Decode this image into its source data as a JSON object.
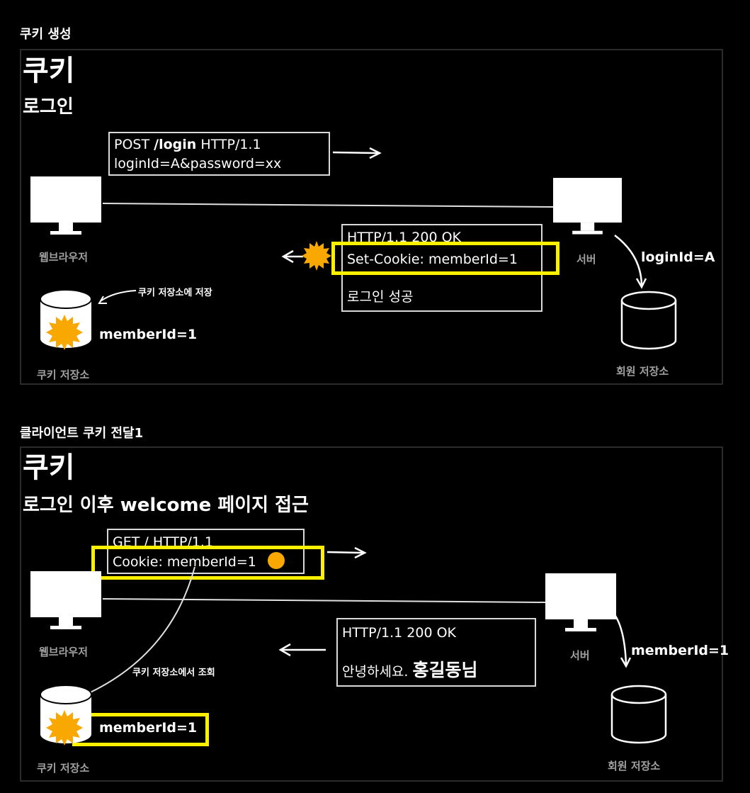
{
  "colors": {
    "background": "#000000",
    "foreground": "#ffffff",
    "highlight": "#fff000",
    "cookie": "#f8a800",
    "caption": "#a0a0a0"
  },
  "section1": {
    "heading": "쿠키 생성",
    "title": "쿠키",
    "subtitle": "로그인",
    "request": {
      "line1_method": "POST ",
      "line1_path": "/login",
      "line1_version": " HTTP/1.1",
      "line2": "loginId=A&password=xx"
    },
    "response": {
      "line1": "HTTP/1.1 200 OK",
      "line2": "Set-Cookie: memberId=1",
      "line3": "로그인 성공"
    },
    "browser_label": "웹브라우저",
    "server_label": "서버",
    "server_to_db_label": "loginId=A",
    "store_note": "쿠키 저장소에 저장",
    "cookie_value": "memberId=1",
    "cookie_store_label": "쿠키 저장소",
    "member_db_label": "회원 저장소"
  },
  "section2": {
    "heading": "클라이언트 쿠키 전달1",
    "title": "쿠키",
    "subtitle": "로그인 이후 welcome 페이지 접근",
    "request": {
      "line1": "GET / HTTP/1.1",
      "line2": "Cookie: memberId=1"
    },
    "response": {
      "line1": "HTTP/1.1 200 OK",
      "line2_prefix": "안녕하세요. ",
      "line2_name": "홍길동님"
    },
    "browser_label": "웹브라우저",
    "server_label": "서버",
    "server_to_db_label": "memberId=1",
    "lookup_note": "쿠키 저장소에서 조회",
    "cookie_value": "memberId=1",
    "cookie_store_label": "쿠키 저장소",
    "member_db_label": "회원 저장소"
  },
  "icons": [
    "monitor-icon",
    "database-icon",
    "cookie-icon",
    "arrow-right-icon",
    "arrow-left-icon"
  ]
}
